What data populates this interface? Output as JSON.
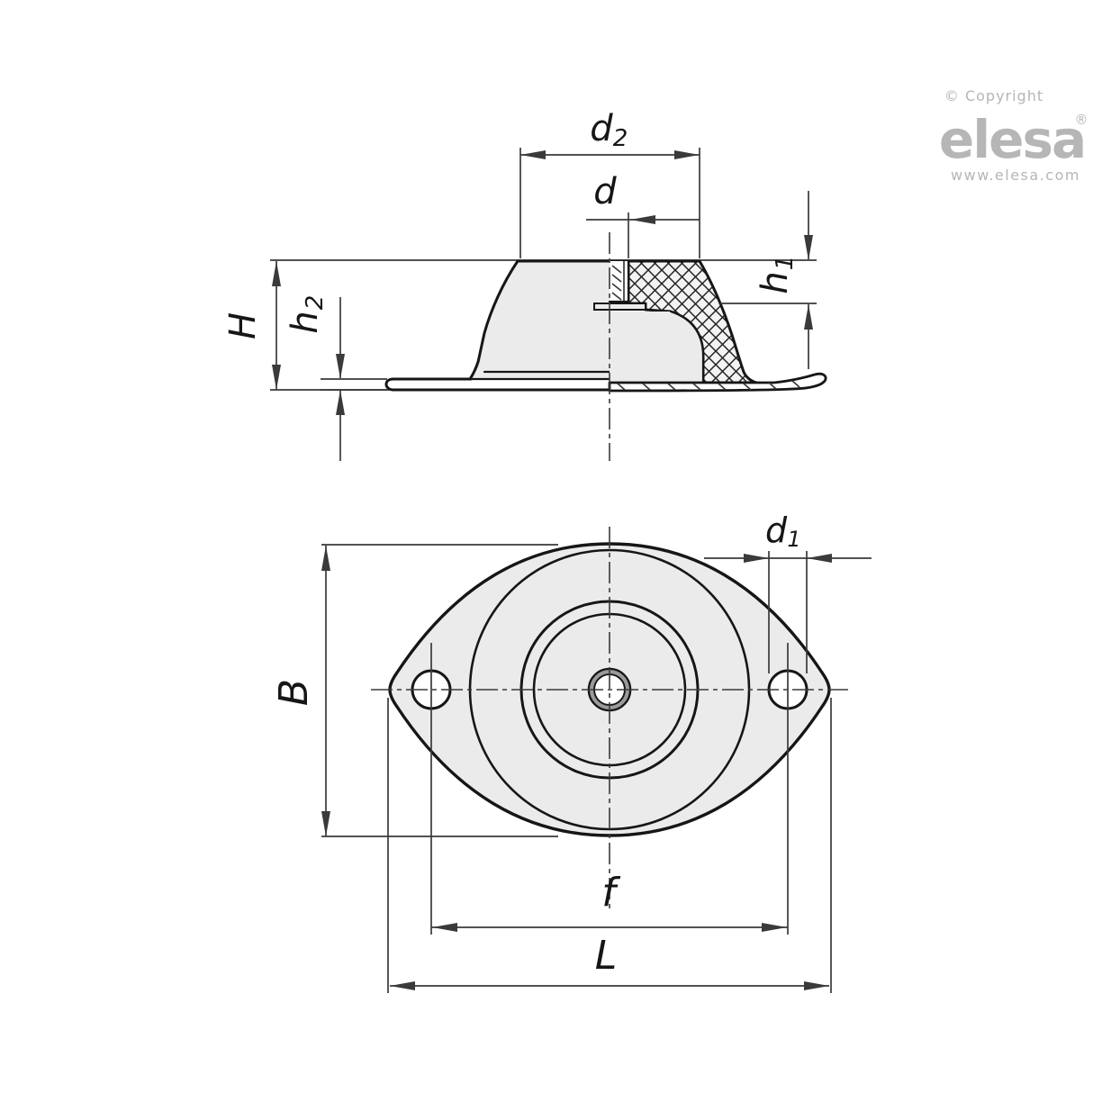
{
  "drawing": {
    "title_hint": "Anti-vibration mount technical drawing, side section view and top view",
    "labels": {
      "d2": {
        "base": "d",
        "sub": "2"
      },
      "d": {
        "base": "d",
        "sub": ""
      },
      "h1": {
        "base": "h",
        "sub": "1"
      },
      "H": {
        "base": "H",
        "sub": ""
      },
      "h2": {
        "base": "h",
        "sub": "2"
      },
      "d1": {
        "base": "d",
        "sub": "1"
      },
      "B": {
        "base": "B",
        "sub": ""
      },
      "f": {
        "base": "f",
        "sub": ""
      },
      "L": {
        "base": "L",
        "sub": ""
      }
    },
    "colors": {
      "outline": "#161616",
      "dimension": "#3a3a3a",
      "fill": "#ebebeb",
      "section_fill": "#f3f3f3",
      "background": "#ffffff",
      "brand": "#b6b6b6"
    }
  },
  "branding": {
    "copyright": "© Copyright",
    "brand": "elesa",
    "registered": "®",
    "website": "www.elesa.com"
  }
}
